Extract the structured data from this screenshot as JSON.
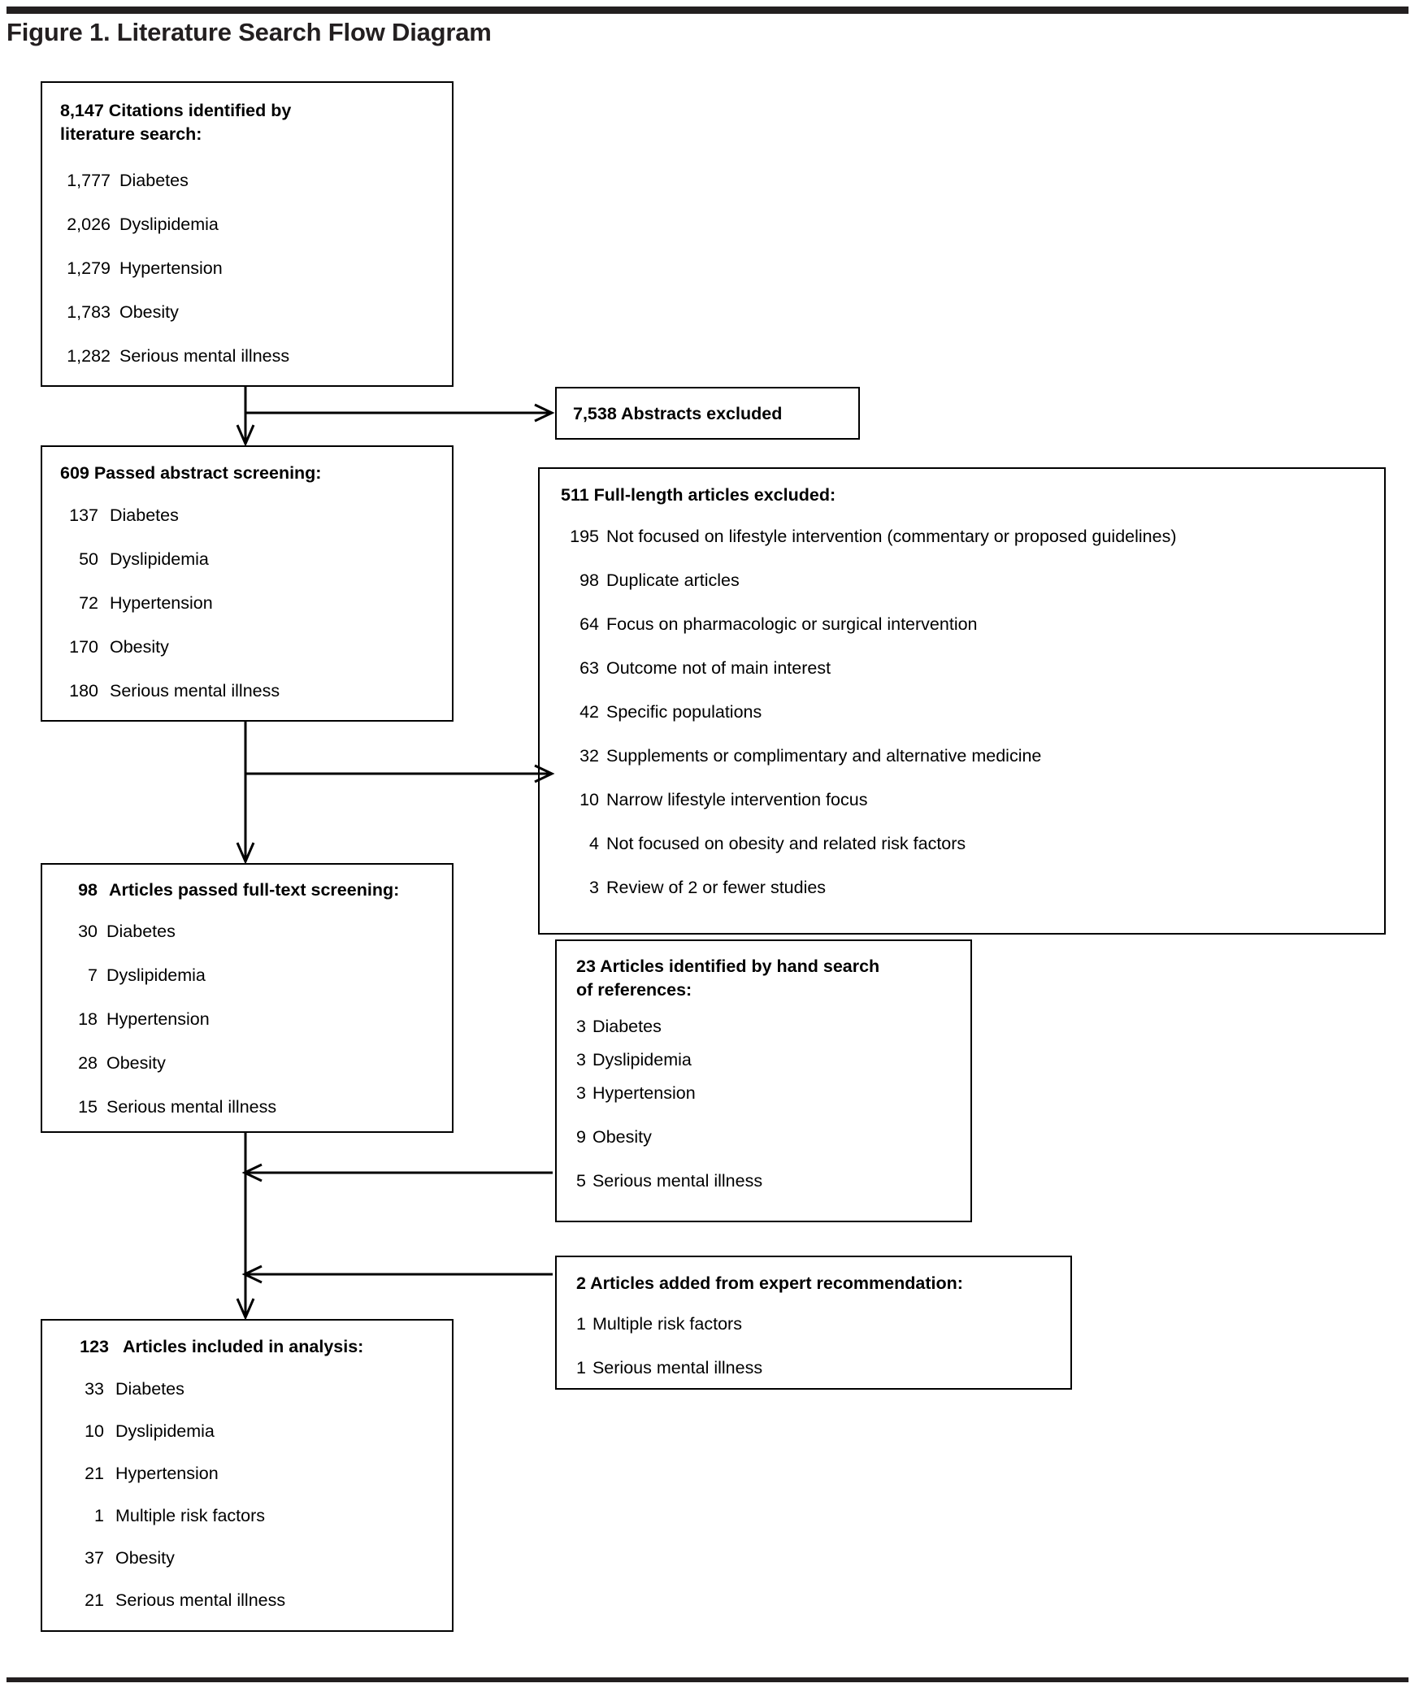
{
  "figure": {
    "title": "Figure 1. Literature Search Flow Diagram"
  },
  "chart_data": {
    "type": "diagram",
    "title": "Figure 1. Literature Search Flow Diagram",
    "nodes": [
      {
        "id": "identified",
        "total": "8,147",
        "header": "8,147 Citations identified by literature search:",
        "items": [
          [
            "1,777",
            "Diabetes"
          ],
          [
            "2,026",
            "Dyslipidemia"
          ],
          [
            "1,279",
            "Hypertension"
          ],
          [
            "1,783",
            "Obesity"
          ],
          [
            "1,282",
            "Serious mental illness"
          ]
        ]
      },
      {
        "id": "abstracts-excluded",
        "header": "7,538 Abstracts excluded",
        "items": []
      },
      {
        "id": "passed-abstract",
        "total": "609",
        "header": "609 Passed abstract screening:",
        "items": [
          [
            "137",
            "Diabetes"
          ],
          [
            "50",
            "Dyslipidemia"
          ],
          [
            "72",
            "Hypertension"
          ],
          [
            "170",
            "Obesity"
          ],
          [
            "180",
            "Serious mental illness"
          ]
        ]
      },
      {
        "id": "fulltext-excluded",
        "total": "511",
        "header": "511 Full-length articles excluded:",
        "items": [
          [
            "195",
            "Not focused on lifestyle intervention (commentary or proposed guidelines)"
          ],
          [
            "98",
            "Duplicate articles"
          ],
          [
            "64",
            "Focus on pharmacologic or surgical intervention"
          ],
          [
            "63",
            "Outcome not of main interest"
          ],
          [
            "42",
            "Specific populations"
          ],
          [
            "32",
            "Supplements or complimentary and alternative medicine"
          ],
          [
            "10",
            "Narrow lifestyle intervention focus"
          ],
          [
            "4",
            "Not focused on obesity and related risk factors"
          ],
          [
            "3",
            "Review of 2 or fewer studies"
          ]
        ]
      },
      {
        "id": "passed-fulltext",
        "total": "98",
        "header": "98  Articles passed full-text screening:",
        "items": [
          [
            "30",
            "Diabetes"
          ],
          [
            "7",
            "Dyslipidemia"
          ],
          [
            "18",
            "Hypertension"
          ],
          [
            "28",
            "Obesity"
          ],
          [
            "15",
            "Serious mental illness"
          ]
        ]
      },
      {
        "id": "hand-search",
        "total": "23",
        "header": "23 Articles identified by hand search of references:",
        "items": [
          [
            "3",
            "Diabetes"
          ],
          [
            "3",
            "Dyslipidemia"
          ],
          [
            "3",
            "Hypertension"
          ],
          [
            "9",
            "Obesity"
          ],
          [
            "5",
            "Serious mental illness"
          ]
        ]
      },
      {
        "id": "expert-recommendation",
        "total": "2",
        "header": "2 Articles added from expert recommendation:",
        "items": [
          [
            "1",
            "Multiple risk factors"
          ],
          [
            "1",
            "Serious mental illness"
          ]
        ]
      },
      {
        "id": "included",
        "total": "123",
        "header": "123   Articles included in analysis:",
        "items": [
          [
            "33",
            "Diabetes"
          ],
          [
            "10",
            "Dyslipidemia"
          ],
          [
            "21",
            "Hypertension"
          ],
          [
            "1",
            "Multiple risk factors"
          ],
          [
            "37",
            "Obesity"
          ],
          [
            "21",
            "Serious mental illness"
          ]
        ]
      }
    ],
    "edges": [
      {
        "from": "identified",
        "to": "abstracts-excluded",
        "style": "right-arrow"
      },
      {
        "from": "identified",
        "to": "passed-abstract",
        "style": "down-arrow"
      },
      {
        "from": "passed-abstract",
        "to": "fulltext-excluded",
        "style": "right-arrow"
      },
      {
        "from": "passed-abstract",
        "to": "passed-fulltext",
        "style": "down-arrow"
      },
      {
        "from": "hand-search",
        "to": "included",
        "style": "left-arrow"
      },
      {
        "from": "expert-recommendation",
        "to": "included",
        "style": "left-arrow"
      },
      {
        "from": "passed-fulltext",
        "to": "included",
        "style": "down-arrow"
      }
    ]
  },
  "box1": {
    "header_line1": "8,147 Citations identified by",
    "header_line2": "literature search:",
    "r0n": "1,777",
    "r0l": "Diabetes",
    "r1n": "2,026",
    "r1l": "Dyslipidemia",
    "r2n": "1,279",
    "r2l": "Hypertension",
    "r3n": "1,783",
    "r3l": "Obesity",
    "r4n": "1,282",
    "r4l": "Serious mental illness"
  },
  "box_abstracts": {
    "header": "7,538 Abstracts excluded"
  },
  "box2": {
    "header": "609 Passed abstract screening:",
    "r0n": "137",
    "r0l": "Diabetes",
    "r1n": "50",
    "r1l": "Dyslipidemia",
    "r2n": "72",
    "r2l": "Hypertension",
    "r3n": "170",
    "r3l": "Obesity",
    "r4n": "180",
    "r4l": "Serious mental illness"
  },
  "box_excluded": {
    "header": "511 Full-length articles excluded:",
    "r0n": "195",
    "r0l": "Not focused on lifestyle intervention (commentary or proposed guidelines)",
    "r1n": "98",
    "r1l": "Duplicate articles",
    "r2n": "64",
    "r2l": "Focus on pharmacologic or surgical intervention",
    "r3n": "63",
    "r3l": "Outcome not of main interest",
    "r4n": "42",
    "r4l": "Specific populations",
    "r5n": "32",
    "r5l": "Supplements or complimentary and alternative medicine",
    "r6n": "10",
    "r6l": "Narrow lifestyle intervention focus",
    "r7n": "4",
    "r7l": "Not focused on obesity and related risk factors",
    "r8n": "3",
    "r8l": "Review of 2 or fewer studies"
  },
  "box3": {
    "header_num": "98",
    "header_text": "Articles passed full-text screening:",
    "r0n": "30",
    "r0l": "Diabetes",
    "r1n": "7",
    "r1l": "Dyslipidemia",
    "r2n": "18",
    "r2l": "Hypertension",
    "r3n": "28",
    "r3l": "Obesity",
    "r4n": "15",
    "r4l": "Serious mental illness"
  },
  "box_hand": {
    "header_line1": "23 Articles identified by hand search",
    "header_line2": "of references:",
    "r0n": "3",
    "r0l": "Diabetes",
    "r1n": "3",
    "r1l": "Dyslipidemia",
    "r2n": "3",
    "r2l": "Hypertension",
    "r3n": "9",
    "r3l": "Obesity",
    "r4n": "5",
    "r4l": "Serious mental illness"
  },
  "box_expert": {
    "header": "2 Articles added from expert recommendation:",
    "r0n": "1",
    "r0l": "Multiple risk factors",
    "r1n": "1",
    "r1l": "Serious mental illness"
  },
  "box4": {
    "header_num": "123",
    "header_text": "Articles included in analysis:",
    "r0n": "33",
    "r0l": "Diabetes",
    "r1n": "10",
    "r1l": "Dyslipidemia",
    "r2n": "21",
    "r2l": "Hypertension",
    "r3n": "1",
    "r3l": "Multiple risk factors",
    "r4n": "37",
    "r4l": "Obesity",
    "r5n": "21",
    "r5l": "Serious mental illness"
  },
  "colors": {
    "rule": "#231f20",
    "border": "#000000",
    "text": "#000000",
    "background": "#ffffff"
  }
}
